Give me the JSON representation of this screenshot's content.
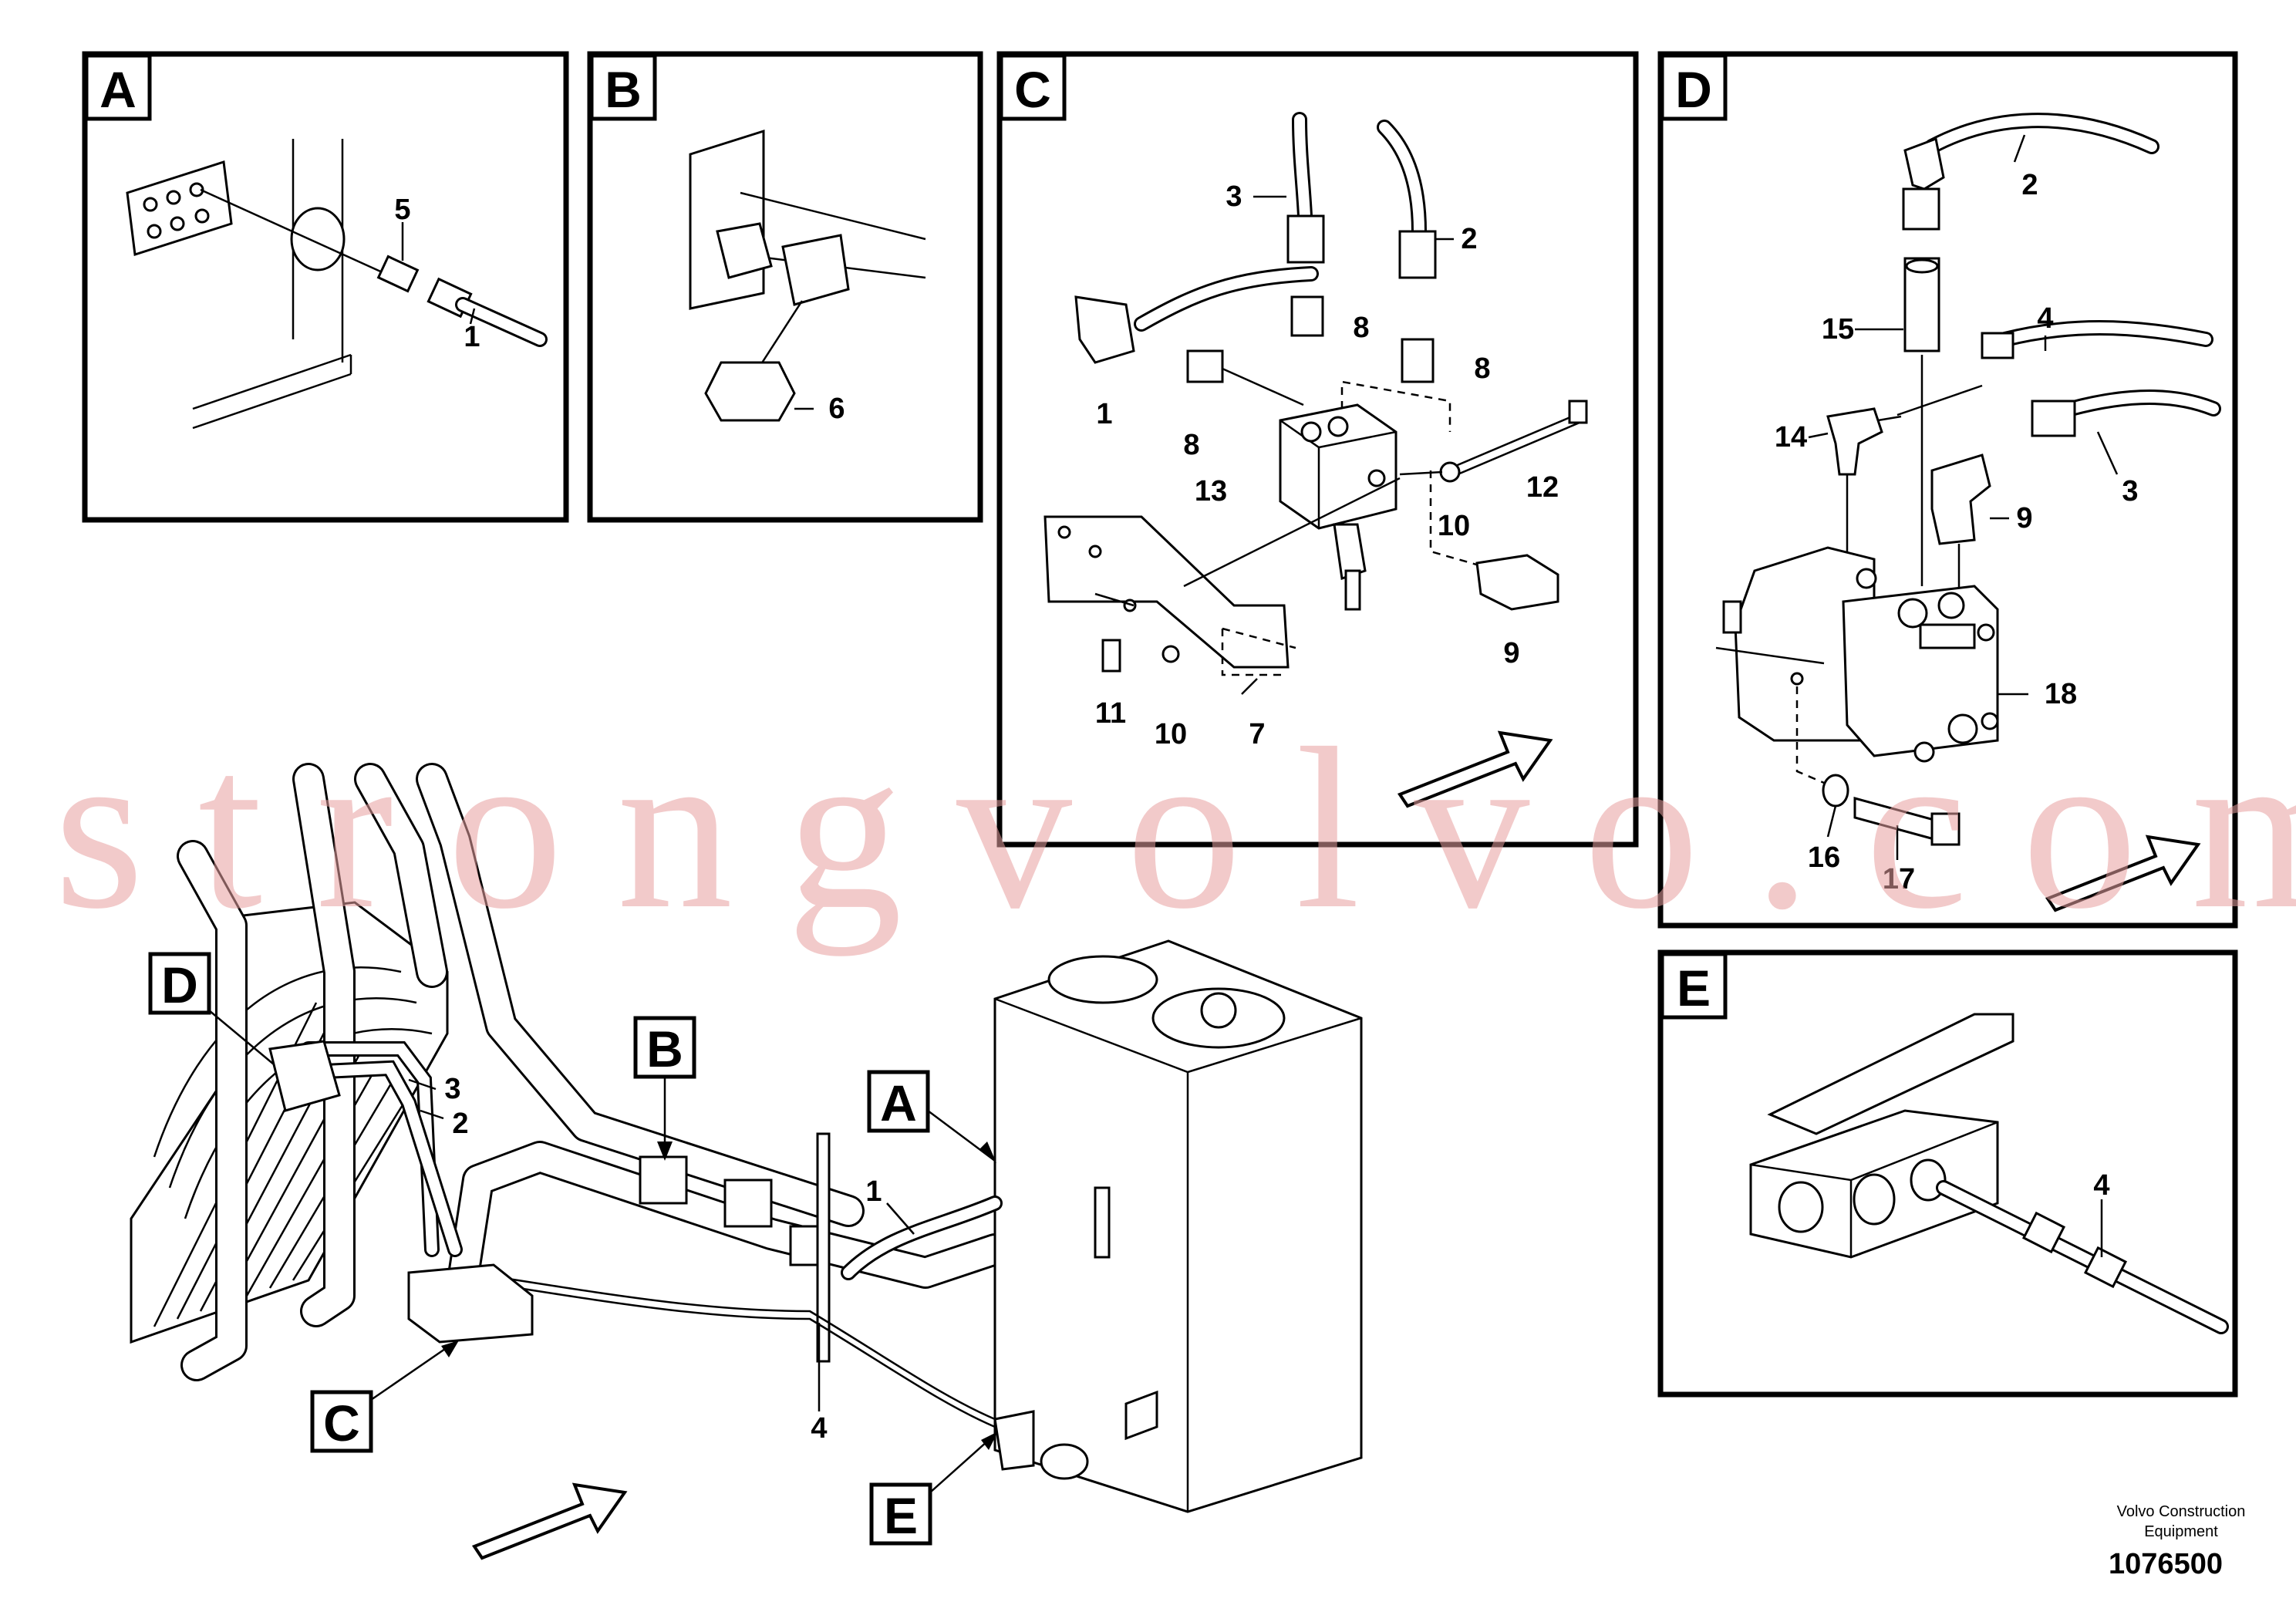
{
  "watermark": "strongvolvo.com",
  "panels": {
    "A": {
      "label": "A",
      "callouts": [
        "5",
        "1"
      ]
    },
    "B": {
      "label": "B",
      "callouts": [
        "6"
      ]
    },
    "C": {
      "label": "C",
      "callouts": [
        "3",
        "2",
        "8",
        "8",
        "1",
        "8",
        "13",
        "12",
        "10",
        "9",
        "11",
        "10",
        "7"
      ]
    },
    "D": {
      "label": "D",
      "callouts": [
        "2",
        "15",
        "4",
        "14",
        "3",
        "9",
        "18",
        "16",
        "17"
      ]
    },
    "E": {
      "label": "E",
      "callouts": [
        "4"
      ]
    }
  },
  "overview": {
    "tags": [
      "D",
      "B",
      "A",
      "C",
      "E"
    ],
    "callouts": [
      "3",
      "2",
      "1",
      "4"
    ]
  },
  "footer": {
    "brand_line1": "Volvo Construction",
    "brand_line2": "Equipment",
    "doc_number": "1076500"
  }
}
